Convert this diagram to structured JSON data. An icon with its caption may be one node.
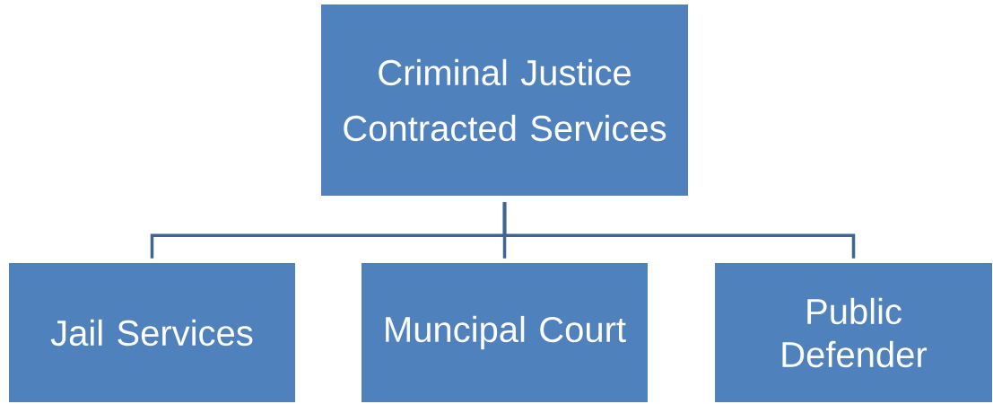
{
  "diagram": {
    "nodes": [
      {
        "text": [
          "Criminal Justice",
          "Contracted Services"
        ]
      },
      {
        "text": [
          "Jail Services"
        ]
      },
      {
        "text": [
          "Muncipal Court"
        ]
      },
      {
        "text": [
          "Public Defender"
        ]
      }
    ],
    "edges": [
      {
        "from": 0,
        "to": 1,
        "arrow": "none"
      },
      {
        "from": 0,
        "to": 2,
        "arrow": "none"
      },
      {
        "from": 0,
        "to": 3,
        "arrow": "none"
      }
    ]
  }
}
